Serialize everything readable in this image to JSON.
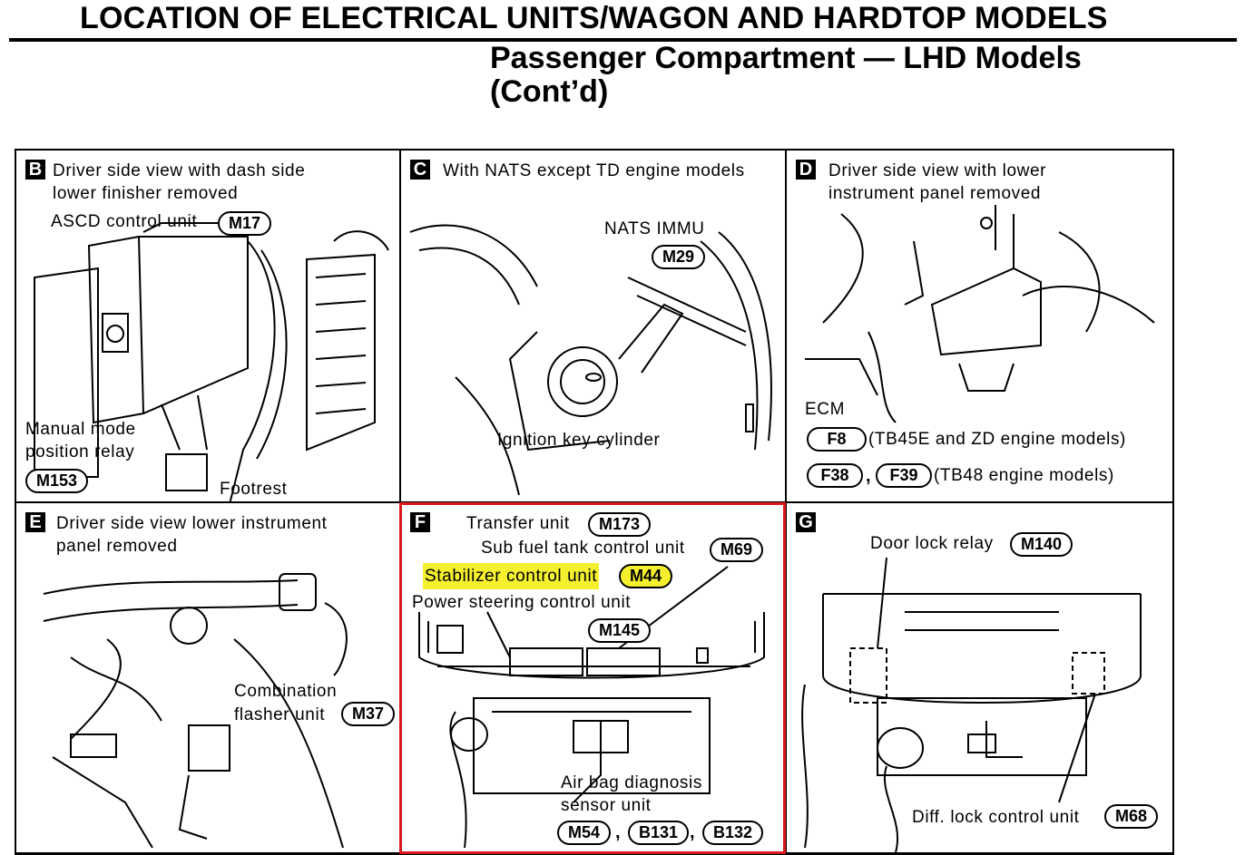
{
  "header": {
    "title": "LOCATION OF ELECTRICAL UNITS/WAGON AND HARDTOP MODELS",
    "subtitle_line1": "Passenger Compartment — LHD Models",
    "subtitle_line2": "(Cont’d)"
  },
  "panels": {
    "B": {
      "letter": "B",
      "caption": "Driver side view with dash side\nlower finisher removed",
      "ascd_label": "ASCD control unit",
      "ascd_connector": "M17",
      "relay_label_1": "Manual mode",
      "relay_label_2": "position relay",
      "relay_connector": "M153",
      "footrest_label": "Footrest"
    },
    "C": {
      "letter": "C",
      "caption": "With NATS except TD engine models",
      "nats_label": "NATS IMMU",
      "nats_connector": "M29",
      "ignition_label": "Ignition key cylinder"
    },
    "D": {
      "letter": "D",
      "caption": "Driver side view with lower\ninstrument panel removed",
      "ecm_label": "ECM",
      "f8_connector": "F8",
      "f8_note": "(TB45E and ZD engine models)",
      "f38_connector": "F38",
      "comma": ",",
      "f39_connector": "F39",
      "f39_note": "(TB48 engine models)"
    },
    "E": {
      "letter": "E",
      "caption": "Driver side view lower instrument\npanel removed",
      "flasher_label_1": "Combination",
      "flasher_label_2": "flasher unit",
      "flasher_connector": "M37"
    },
    "F": {
      "letter": "F",
      "transfer_label": "Transfer unit",
      "transfer_connector": "M173",
      "subfuel_label": "Sub fuel tank control unit",
      "subfuel_connector": "M69",
      "stabilizer_label": "Stabilizer control unit",
      "stabilizer_connector": "M44",
      "power_steering_label": "Power steering control unit",
      "power_steering_connector": "M145",
      "airbag_label_1": "Air bag diagnosis",
      "airbag_label_2": "sensor unit",
      "m54_connector": "M54",
      "b131_connector": "B131",
      "b132_connector": "B132",
      "comma": ","
    },
    "G": {
      "letter": "G",
      "doorlock_label": "Door lock relay",
      "doorlock_connector": "M140",
      "difflock_label": "Diff. lock control unit",
      "difflock_connector": "M68"
    }
  },
  "colors": {
    "highlight": "#f4f02e",
    "selection_frame": "#d8181e",
    "ink": "#000000"
  }
}
